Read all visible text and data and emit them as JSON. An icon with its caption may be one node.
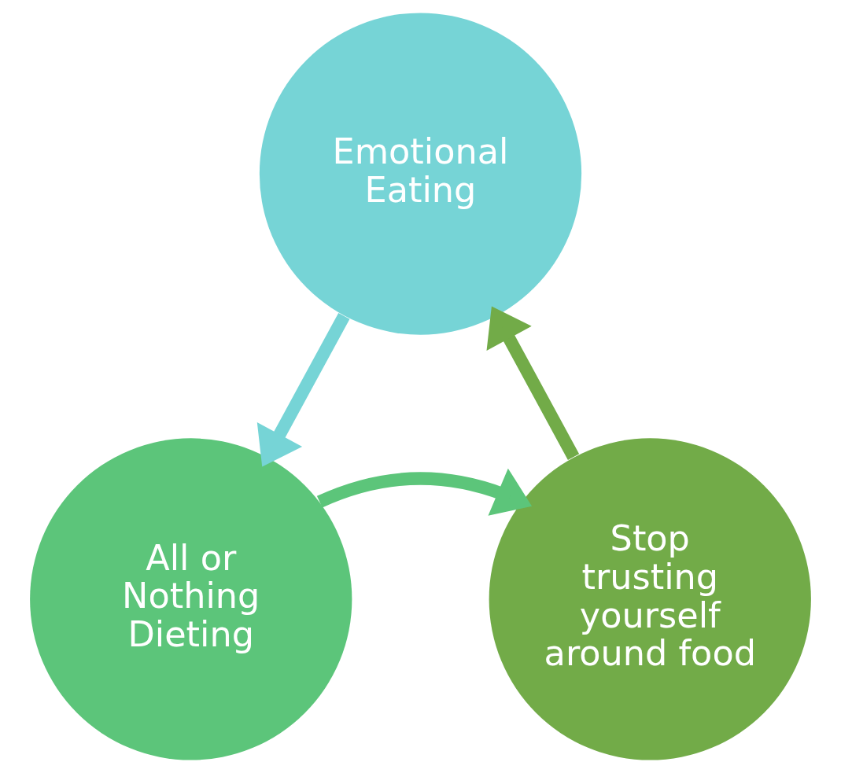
{
  "diagram": {
    "nodes": [
      {
        "text": [
          "Emotional Eating"
        ]
      },
      {
        "text": [
          "Stop trusting yourself around food"
        ]
      },
      {
        "text": [
          "All or Nothing Dieting"
        ]
      }
    ],
    "edges": [
      {
        "from": 0,
        "to": 2,
        "arrow": "to",
        "color": "#76d4d6"
      },
      {
        "from": 2,
        "to": 1,
        "arrow": "to",
        "color": "#5cc57a"
      },
      {
        "from": 1,
        "to": 0,
        "arrow": "to",
        "color": "#72ab48"
      }
    ]
  }
}
